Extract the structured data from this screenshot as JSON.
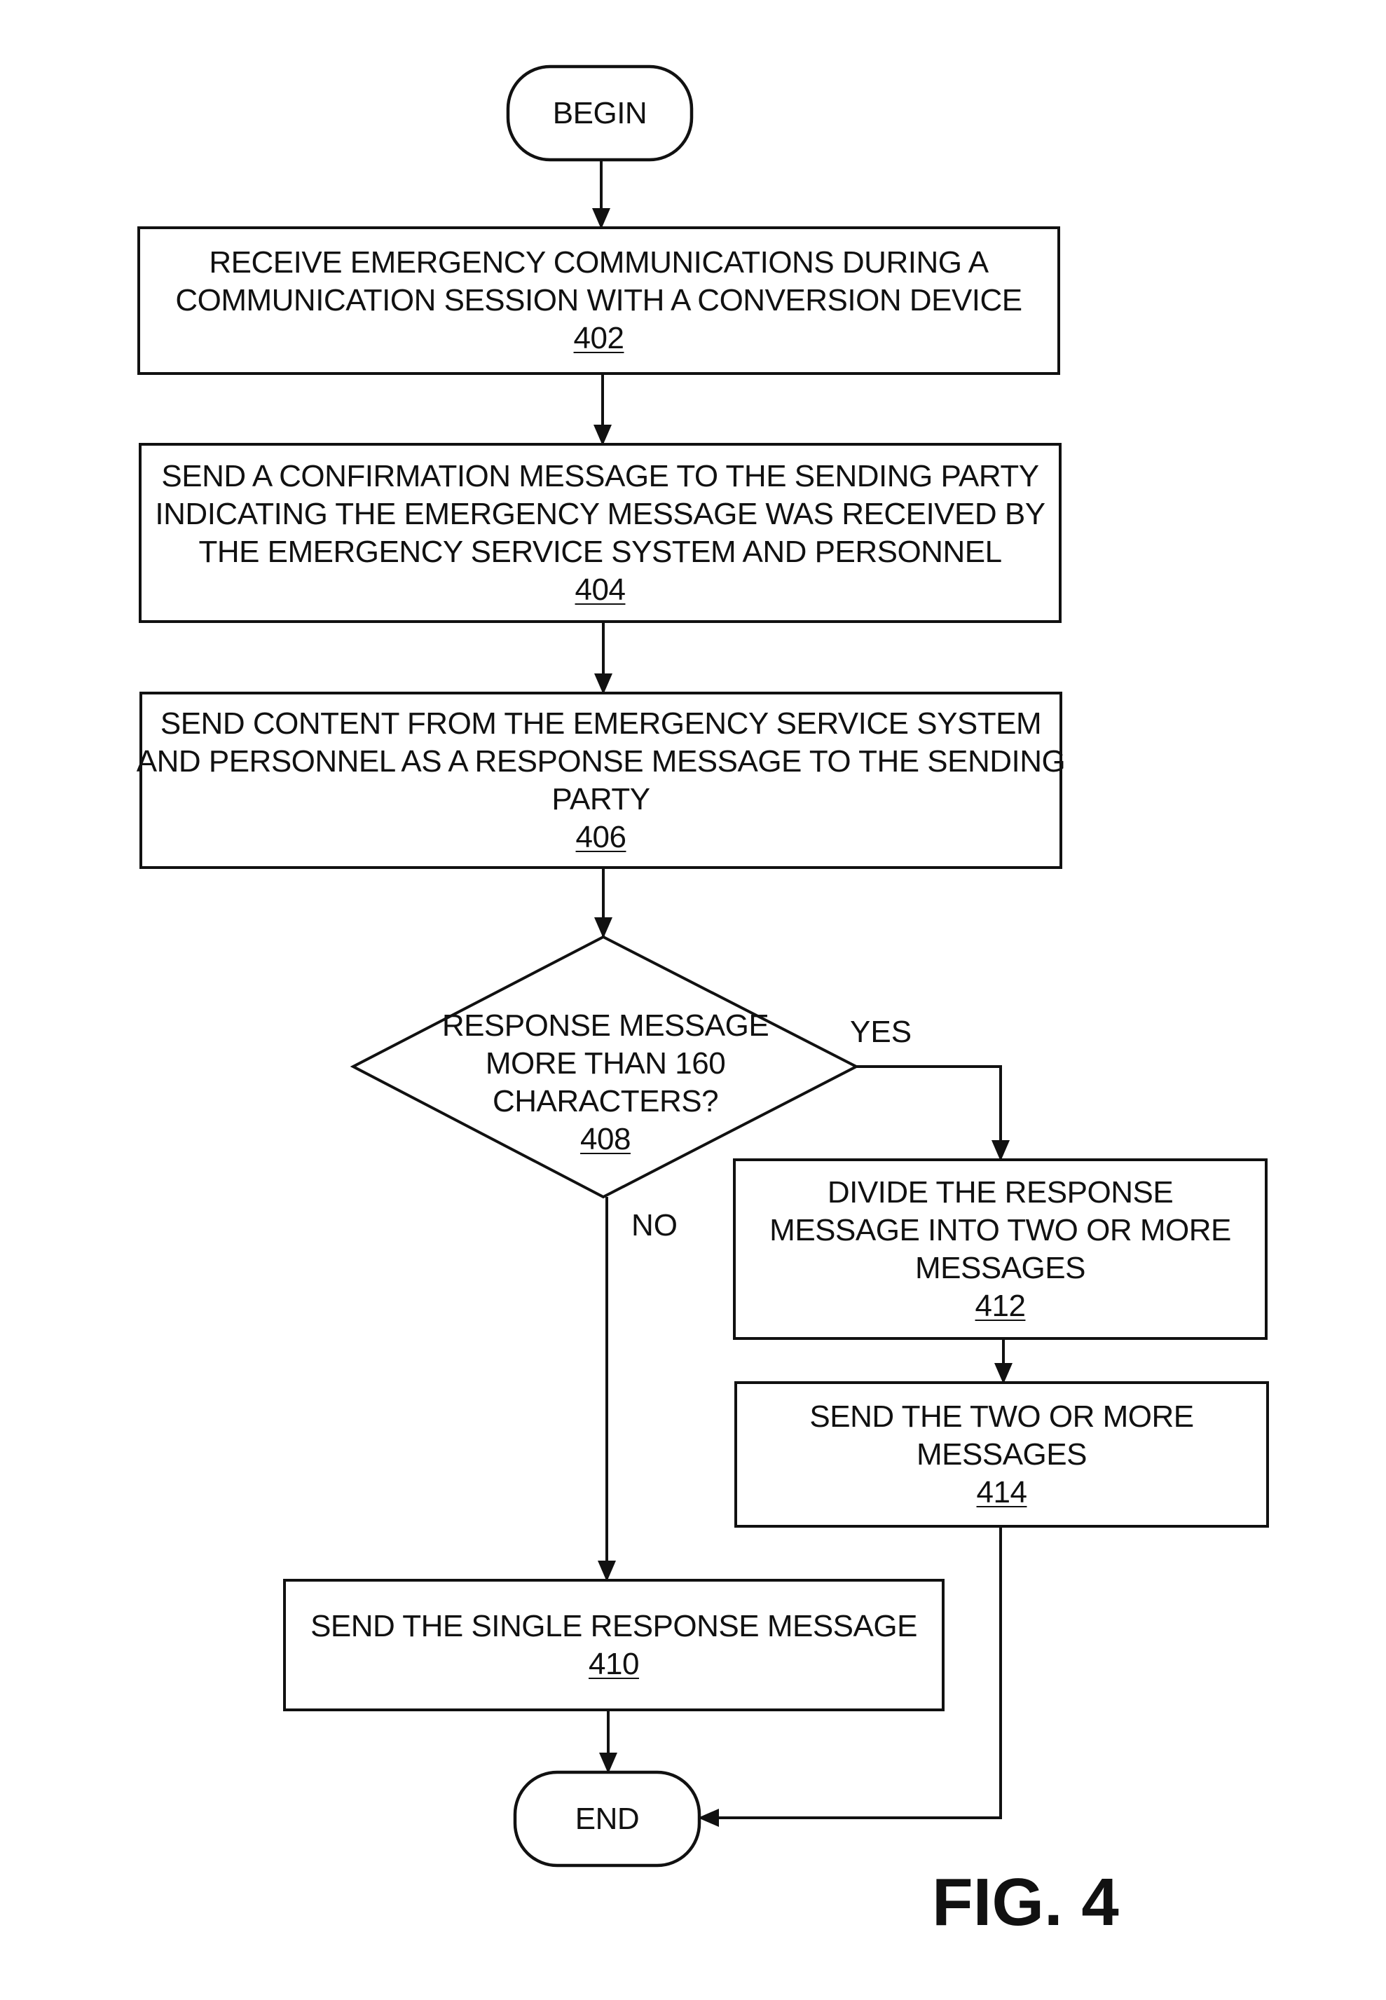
{
  "flowchart": {
    "begin": {
      "label": "BEGIN"
    },
    "end": {
      "label": "END"
    },
    "step_402": {
      "lines": [
        "RECEIVE EMERGENCY COMMUNICATIONS DURING A",
        "COMMUNICATION SESSION WITH A CONVERSION DEVICE"
      ],
      "ref": "402"
    },
    "step_404": {
      "lines": [
        "SEND A CONFIRMATION MESSAGE TO THE SENDING PARTY",
        "INDICATING THE EMERGENCY MESSAGE WAS RECEIVED BY",
        "THE EMERGENCY SERVICE SYSTEM AND PERSONNEL"
      ],
      "ref": "404"
    },
    "step_406": {
      "lines": [
        "SEND CONTENT FROM THE EMERGENCY SERVICE SYSTEM",
        "AND PERSONNEL AS A RESPONSE MESSAGE TO THE SENDING",
        "PARTY"
      ],
      "ref": "406"
    },
    "decision_408": {
      "lines": [
        "RESPONSE MESSAGE",
        "MORE THAN 160",
        "CHARACTERS?"
      ],
      "ref": "408"
    },
    "step_410": {
      "lines": [
        "SEND THE SINGLE RESPONSE MESSAGE"
      ],
      "ref": "410"
    },
    "step_412": {
      "lines": [
        "DIVIDE THE RESPONSE",
        "MESSAGE INTO TWO OR MORE",
        "MESSAGES"
      ],
      "ref": "412"
    },
    "step_414": {
      "lines": [
        "SEND THE TWO OR MORE",
        "MESSAGES"
      ],
      "ref": "414"
    },
    "branch_labels": {
      "yes": "YES",
      "no": "NO"
    }
  },
  "figure_label": "FIG. 4"
}
